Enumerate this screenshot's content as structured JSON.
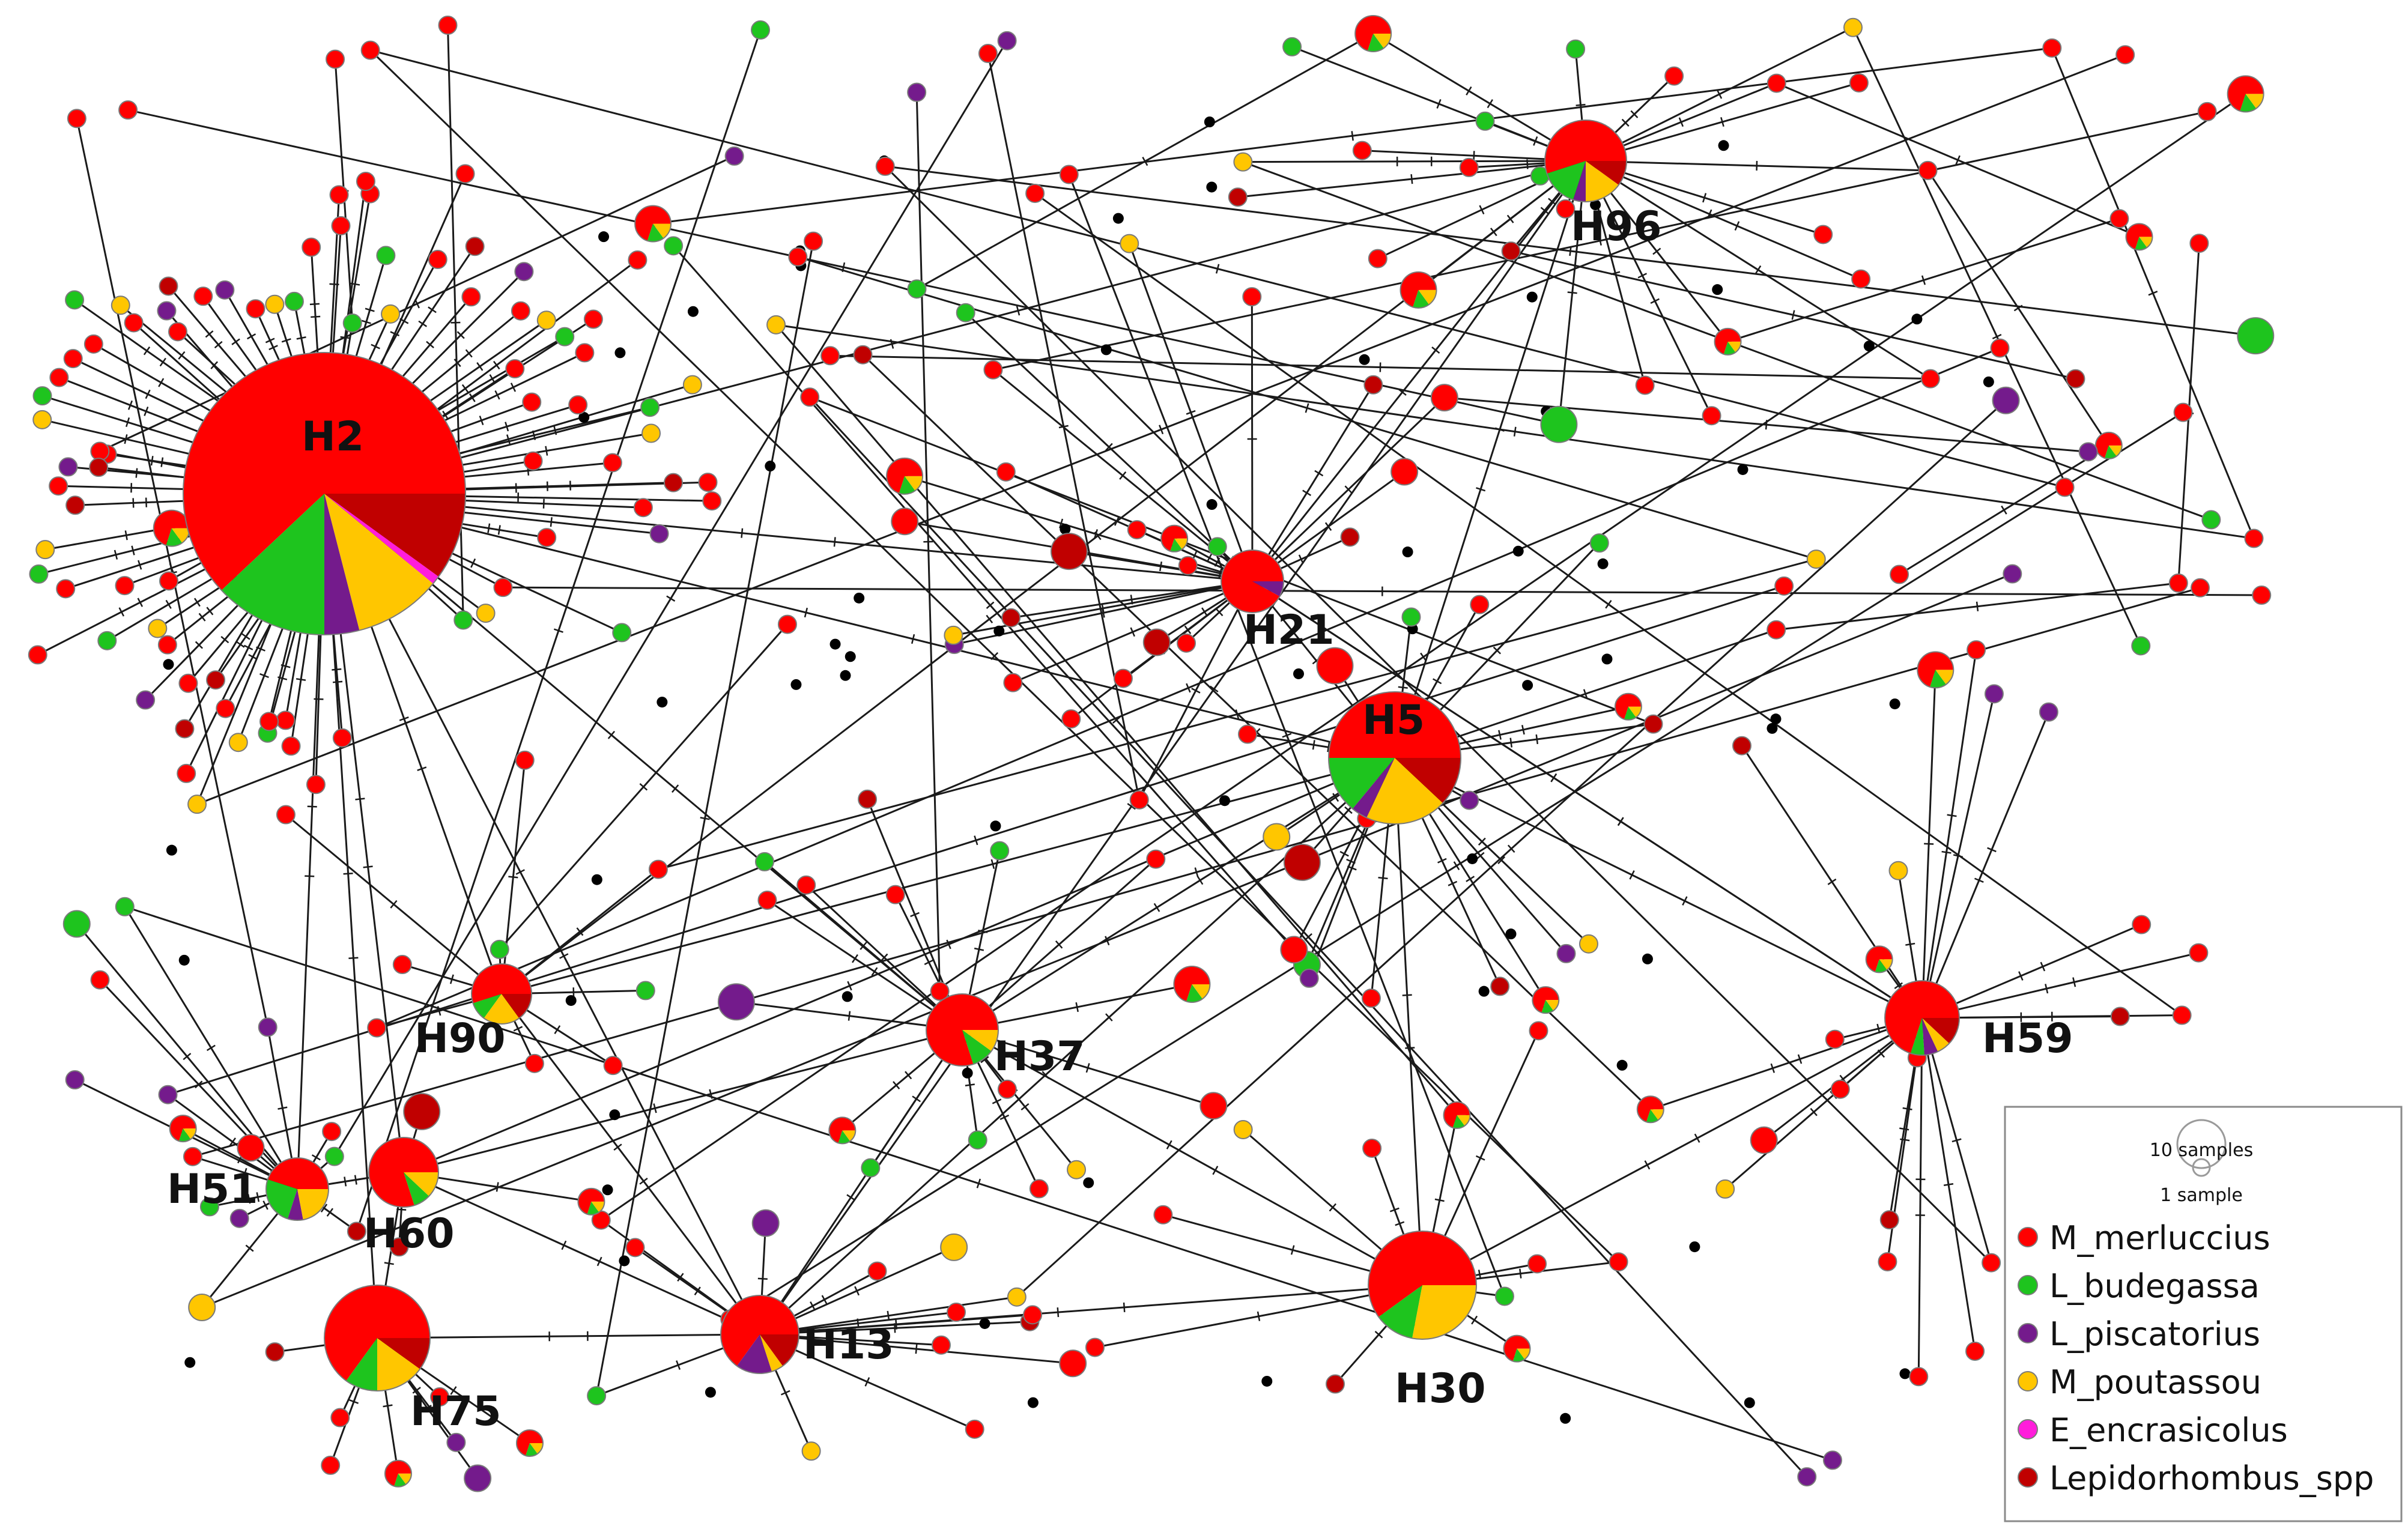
{
  "colors": {
    "M_merluccius": "#ff0000",
    "L_budegassa": "#1ec41e",
    "L_piscatorius": "#741b8c",
    "M_poutassou": "#ffc600",
    "E_encrasicolus": "#ff1ddb",
    "Lepidorhombus_spp": "#c00000",
    "median_vector": "#000000"
  },
  "legend": {
    "scale": {
      "large_label": "10 samples",
      "small_label": "1 sample"
    },
    "items": [
      {
        "label": "M_merluccius",
        "color": "#ff0000"
      },
      {
        "label": "L_budegassa",
        "color": "#1ec41e"
      },
      {
        "label": "L_piscatorius",
        "color": "#741b8c"
      },
      {
        "label": "M_poutassou",
        "color": "#ffc600"
      },
      {
        "label": "E_encrasicolus",
        "color": "#ff1ddb"
      },
      {
        "label": "Lepidorhombus_spp",
        "color": "#c00000"
      }
    ]
  },
  "hubs": [
    {
      "id": "H2",
      "label": "H2",
      "composition": {
        "M_merluccius": 0.62,
        "L_budegassa": 0.13,
        "L_piscatorius": 0.04,
        "M_poutassou": 0.1,
        "E_encrasicolus": 0.01,
        "Lepidorhombus_spp": 0.1
      }
    },
    {
      "id": "H96",
      "label": "H96",
      "composition": {
        "M_merluccius": 0.55,
        "L_budegassa": 0.15,
        "L_piscatorius": 0.05,
        "M_poutassou": 0.15,
        "Lepidorhombus_spp": 0.1
      }
    },
    {
      "id": "H21",
      "label": "H21",
      "composition": {
        "M_merluccius": 0.92,
        "L_piscatorius": 0.08
      }
    },
    {
      "id": "H5",
      "label": "H5",
      "composition": {
        "M_merluccius": 0.5,
        "L_budegassa": 0.14,
        "L_piscatorius": 0.04,
        "M_poutassou": 0.2,
        "Lepidorhombus_spp": 0.12
      }
    },
    {
      "id": "H90",
      "label": "H90",
      "composition": {
        "M_merluccius": 0.55,
        "L_budegassa": 0.1,
        "M_poutassou": 0.2,
        "Lepidorhombus_spp": 0.15
      }
    },
    {
      "id": "H37",
      "label": "H37",
      "composition": {
        "M_merluccius": 0.8,
        "L_budegassa": 0.1,
        "M_poutassou": 0.1
      }
    },
    {
      "id": "H59",
      "label": "H59",
      "composition": {
        "M_merluccius": 0.7,
        "L_budegassa": 0.06,
        "L_piscatorius": 0.06,
        "M_poutassou": 0.06,
        "Lepidorhombus_spp": 0.12
      }
    },
    {
      "id": "H51",
      "label": "H51",
      "composition": {
        "M_merluccius": 0.45,
        "L_budegassa": 0.25,
        "L_piscatorius": 0.08,
        "M_poutassou": 0.22
      }
    },
    {
      "id": "H60",
      "label": "H60",
      "composition": {
        "M_merluccius": 0.8,
        "L_budegassa": 0.08,
        "M_poutassou": 0.12
      }
    },
    {
      "id": "H75",
      "label": "H75",
      "composition": {
        "M_merluccius": 0.65,
        "L_budegassa": 0.1,
        "M_poutassou": 0.15,
        "Lepidorhombus_spp": 0.1
      }
    },
    {
      "id": "H13",
      "label": "H13",
      "composition": {
        "M_merluccius": 0.65,
        "L_piscatorius": 0.15,
        "M_poutassou": 0.05,
        "Lepidorhombus_spp": 0.15
      }
    },
    {
      "id": "H30",
      "label": "H30",
      "composition": {
        "M_merluccius": 0.6,
        "L_budegassa": 0.12,
        "M_poutassou": 0.28
      }
    }
  ]
}
